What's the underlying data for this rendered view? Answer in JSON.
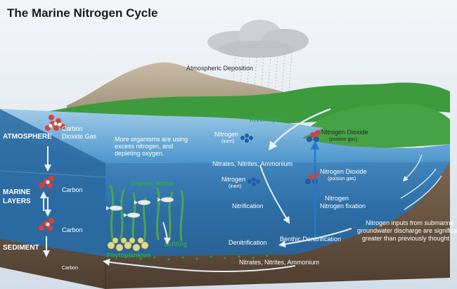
{
  "title": "The Marine Nitrogen Cycle",
  "side_labels": {
    "atmosphere": "ATMOSPHERE",
    "marine_1": "MARINE",
    "marine_2": "LAYERS",
    "sediment": "SEDIMENT"
  },
  "labels": {
    "atmospheric_deposition": "Atmospheric Deposition",
    "river_input": "River Input",
    "co2_gas_1": "Carbon",
    "co2_gas_2": "Dioxide Gas",
    "carbon_mid": "Carbon",
    "carbon_low": "Carbon",
    "carbon_sediment": "Carbon",
    "more_orgs_1": "More organisms are using",
    "more_orgs_2": "excess nitrogen, and",
    "more_orgs_3": "depleting oxygen.",
    "nitrogen_inert_1_a": "Nitrogen",
    "nitrogen_inert_1_b": "(inert)",
    "nitrogen_inert_2_a": "Nitrogen",
    "nitrogen_inert_2_b": "(inert)",
    "nitrogen_dioxide_1_a": "Nitrogen Dioxide",
    "nitrogen_dioxide_1_b": "(poision gas)",
    "nitrogen_dioxide_2_a": "Nitrogen Dioxide",
    "nitrogen_dioxide_2_b": "(poision gas)",
    "nitrates_top": "Nitrates, Nitrites, Ammonium",
    "nitrates_bottom": "Nitrates, Nitrites, Ammonium",
    "organic_matter": "Organic Matter",
    "nitrification": "Nitrification",
    "nitrogen_fix_1": "Nitrogen",
    "nitrogen_fix_2": "Nitrogen fixation",
    "settling": "Settling",
    "phytoplankton": "Phytoplankton",
    "denitrification": "Denitrification",
    "benthic_denitrification": "Benthic Denitrification",
    "groundwater_1": "Nitrogen inputs from submarine",
    "groundwater_2": "groundwater discharge are significantly",
    "groundwater_3": "greater than previously thought"
  },
  "colors": {
    "sky": "#dde6ee",
    "ocean_surface": "#5fa7d6",
    "ocean_side": "#2c6fa8",
    "land_green": "#3d9a3d",
    "mountain": "#a89a85",
    "sediment": "#6f5a44",
    "accent_green": "#2fa84f"
  }
}
